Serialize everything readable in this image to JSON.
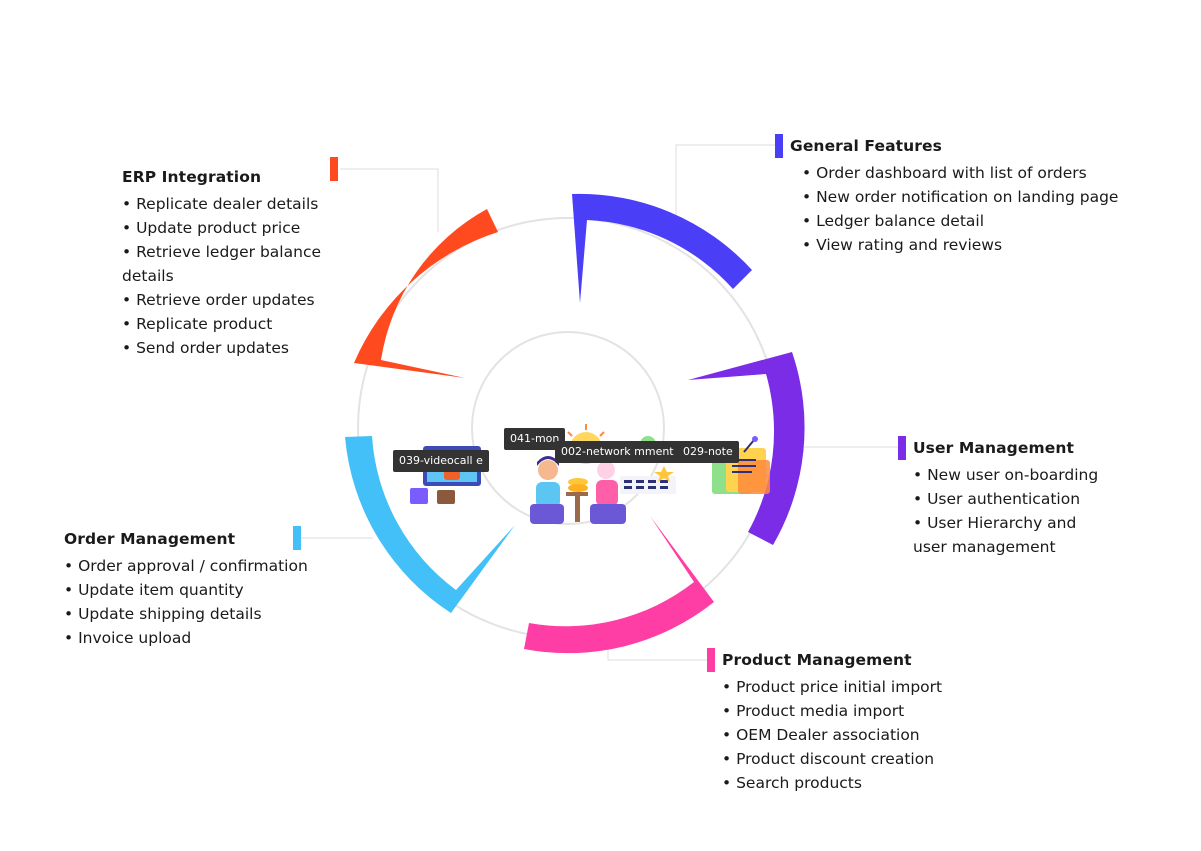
{
  "sections": [
    {
      "title": "ERP Integration",
      "color": "#FF4A1F",
      "items": [
        "Replicate dealer details",
        "Update product price",
        "Retrieve ledger balance details",
        "Retrieve order updates",
        "Replicate product",
        "Send order updates"
      ]
    },
    {
      "title": "General Features",
      "color": "#4A3FF7",
      "items": [
        "Order dashboard with list of orders",
        "New order notification on landing page",
        "Ledger balance detail",
        "View rating and reviews"
      ]
    },
    {
      "title": "User Management",
      "color": "#7B2CE6",
      "items": [
        "New user on-boarding",
        "User authentication",
        "User Hierarchy and user management"
      ]
    },
    {
      "title": "Product Management",
      "color": "#FF3EA5",
      "items": [
        "Product price initial import",
        "Product media import",
        "OEM Dealer association",
        "Product discount creation",
        "Search products"
      ]
    },
    {
      "title": "Order Management",
      "color": "#43C0F7",
      "items": [
        "Order approval / confirmation",
        "Update item quantity",
        "Update shipping details",
        "Invoice upload"
      ]
    }
  ],
  "icon_tooltips": {
    "videocall": "039-videocall e",
    "money": "041-mon",
    "network": "002-network  mment",
    "note": "029-note"
  }
}
